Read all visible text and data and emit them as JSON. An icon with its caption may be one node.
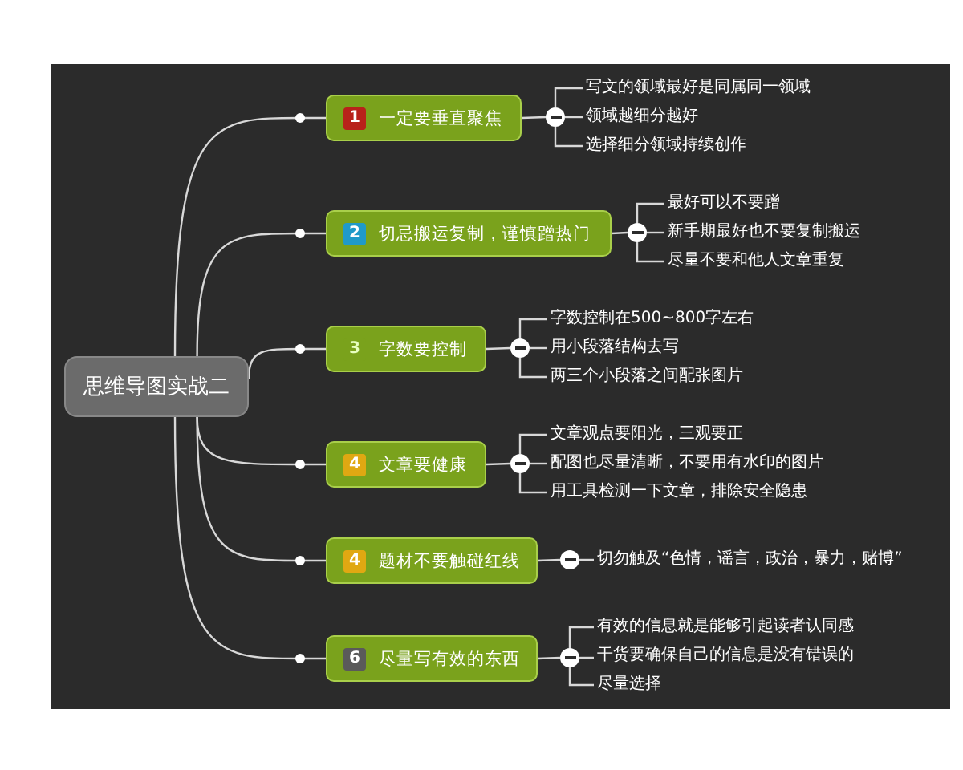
{
  "diagram": {
    "nodes": [
      {
        "text": [
          "思维导图实战二"
        ]
      },
      {
        "text": [
          "1",
          "一定要垂直聚焦"
        ]
      },
      {
        "text": [],
        "shape": "circle"
      },
      {
        "text": [
          "写文的领域最好是同属同一领域"
        ]
      },
      {
        "text": [
          "领域越细分越好"
        ]
      },
      {
        "text": [
          "选择细分领域持续创作"
        ]
      },
      {
        "text": [
          "2",
          "切忌搬运复制，谨慎蹭热门"
        ]
      },
      {
        "text": [],
        "shape": "circle"
      },
      {
        "text": [
          "最好可以不要蹭"
        ]
      },
      {
        "text": [
          "新手期最好也不要复制搬运"
        ]
      },
      {
        "text": [
          "尽量不要和他人文章重复"
        ]
      },
      {
        "text": [
          "3",
          "字数要控制"
        ]
      },
      {
        "text": [],
        "shape": "circle"
      },
      {
        "text": [
          "字数控制在500~800字左右"
        ]
      },
      {
        "text": [
          "用小段落结构去写"
        ]
      },
      {
        "text": [
          "两三个小段落之间配张图片"
        ]
      },
      {
        "text": [
          "4",
          "文章要健康"
        ]
      },
      {
        "text": [],
        "shape": "circle"
      },
      {
        "text": [
          "文章观点要阳光，三观要正"
        ]
      },
      {
        "text": [
          "配图也尽量清晰，不要用有水印的图片"
        ]
      },
      {
        "text": [
          "用工具检测一下文章，排除安全隐患"
        ]
      },
      {
        "text": [
          "4",
          "题材不要触碰红线"
        ]
      },
      {
        "text": [],
        "shape": "circle"
      },
      {
        "text": [
          "切勿触及“色情，谣言，政治，暴力，赌博”"
        ]
      },
      {
        "text": [
          "6",
          "尽量写有效的东西"
        ]
      },
      {
        "text": [],
        "shape": "circle"
      },
      {
        "text": [
          "有效的信息就是能够引起读者认同感"
        ]
      },
      {
        "text": [
          "干货要确保自己的信息是没有错误的"
        ]
      },
      {
        "text": [
          "尽量选择"
        ]
      }
    ],
    "edges": [
      {
        "from": 0,
        "to": 1,
        "arrow": "none"
      },
      {
        "from": 1,
        "to": 2,
        "arrow": "none"
      },
      {
        "from": 2,
        "to": 3,
        "arrow": "none"
      },
      {
        "from": 2,
        "to": 4,
        "arrow": "none"
      },
      {
        "from": 2,
        "to": 5,
        "arrow": "none"
      },
      {
        "from": 0,
        "to": 6,
        "arrow": "none"
      },
      {
        "from": 6,
        "to": 7,
        "arrow": "none"
      },
      {
        "from": 7,
        "to": 8,
        "arrow": "none"
      },
      {
        "from": 7,
        "to": 9,
        "arrow": "none"
      },
      {
        "from": 7,
        "to": 10,
        "arrow": "none"
      },
      {
        "from": 0,
        "to": 11,
        "arrow": "none"
      },
      {
        "from": 11,
        "to": 12,
        "arrow": "none"
      },
      {
        "from": 12,
        "to": 13,
        "arrow": "none"
      },
      {
        "from": 12,
        "to": 14,
        "arrow": "none"
      },
      {
        "from": 12,
        "to": 15,
        "arrow": "none"
      },
      {
        "from": 0,
        "to": 16,
        "arrow": "none"
      },
      {
        "from": 16,
        "to": 17,
        "arrow": "none"
      },
      {
        "from": 17,
        "to": 18,
        "arrow": "none"
      },
      {
        "from": 17,
        "to": 19,
        "arrow": "none"
      },
      {
        "from": 17,
        "to": 20,
        "arrow": "none"
      },
      {
        "from": 0,
        "to": 21,
        "arrow": "none"
      },
      {
        "from": 21,
        "to": 22,
        "arrow": "none"
      },
      {
        "from": 22,
        "to": 23,
        "arrow": "none"
      },
      {
        "from": 0,
        "to": 24,
        "arrow": "none"
      },
      {
        "from": 24,
        "to": 25,
        "arrow": "none"
      },
      {
        "from": 25,
        "to": 26,
        "arrow": "none"
      },
      {
        "from": 25,
        "to": 27,
        "arrow": "none"
      },
      {
        "from": 25,
        "to": 28,
        "arrow": "none"
      }
    ]
  }
}
